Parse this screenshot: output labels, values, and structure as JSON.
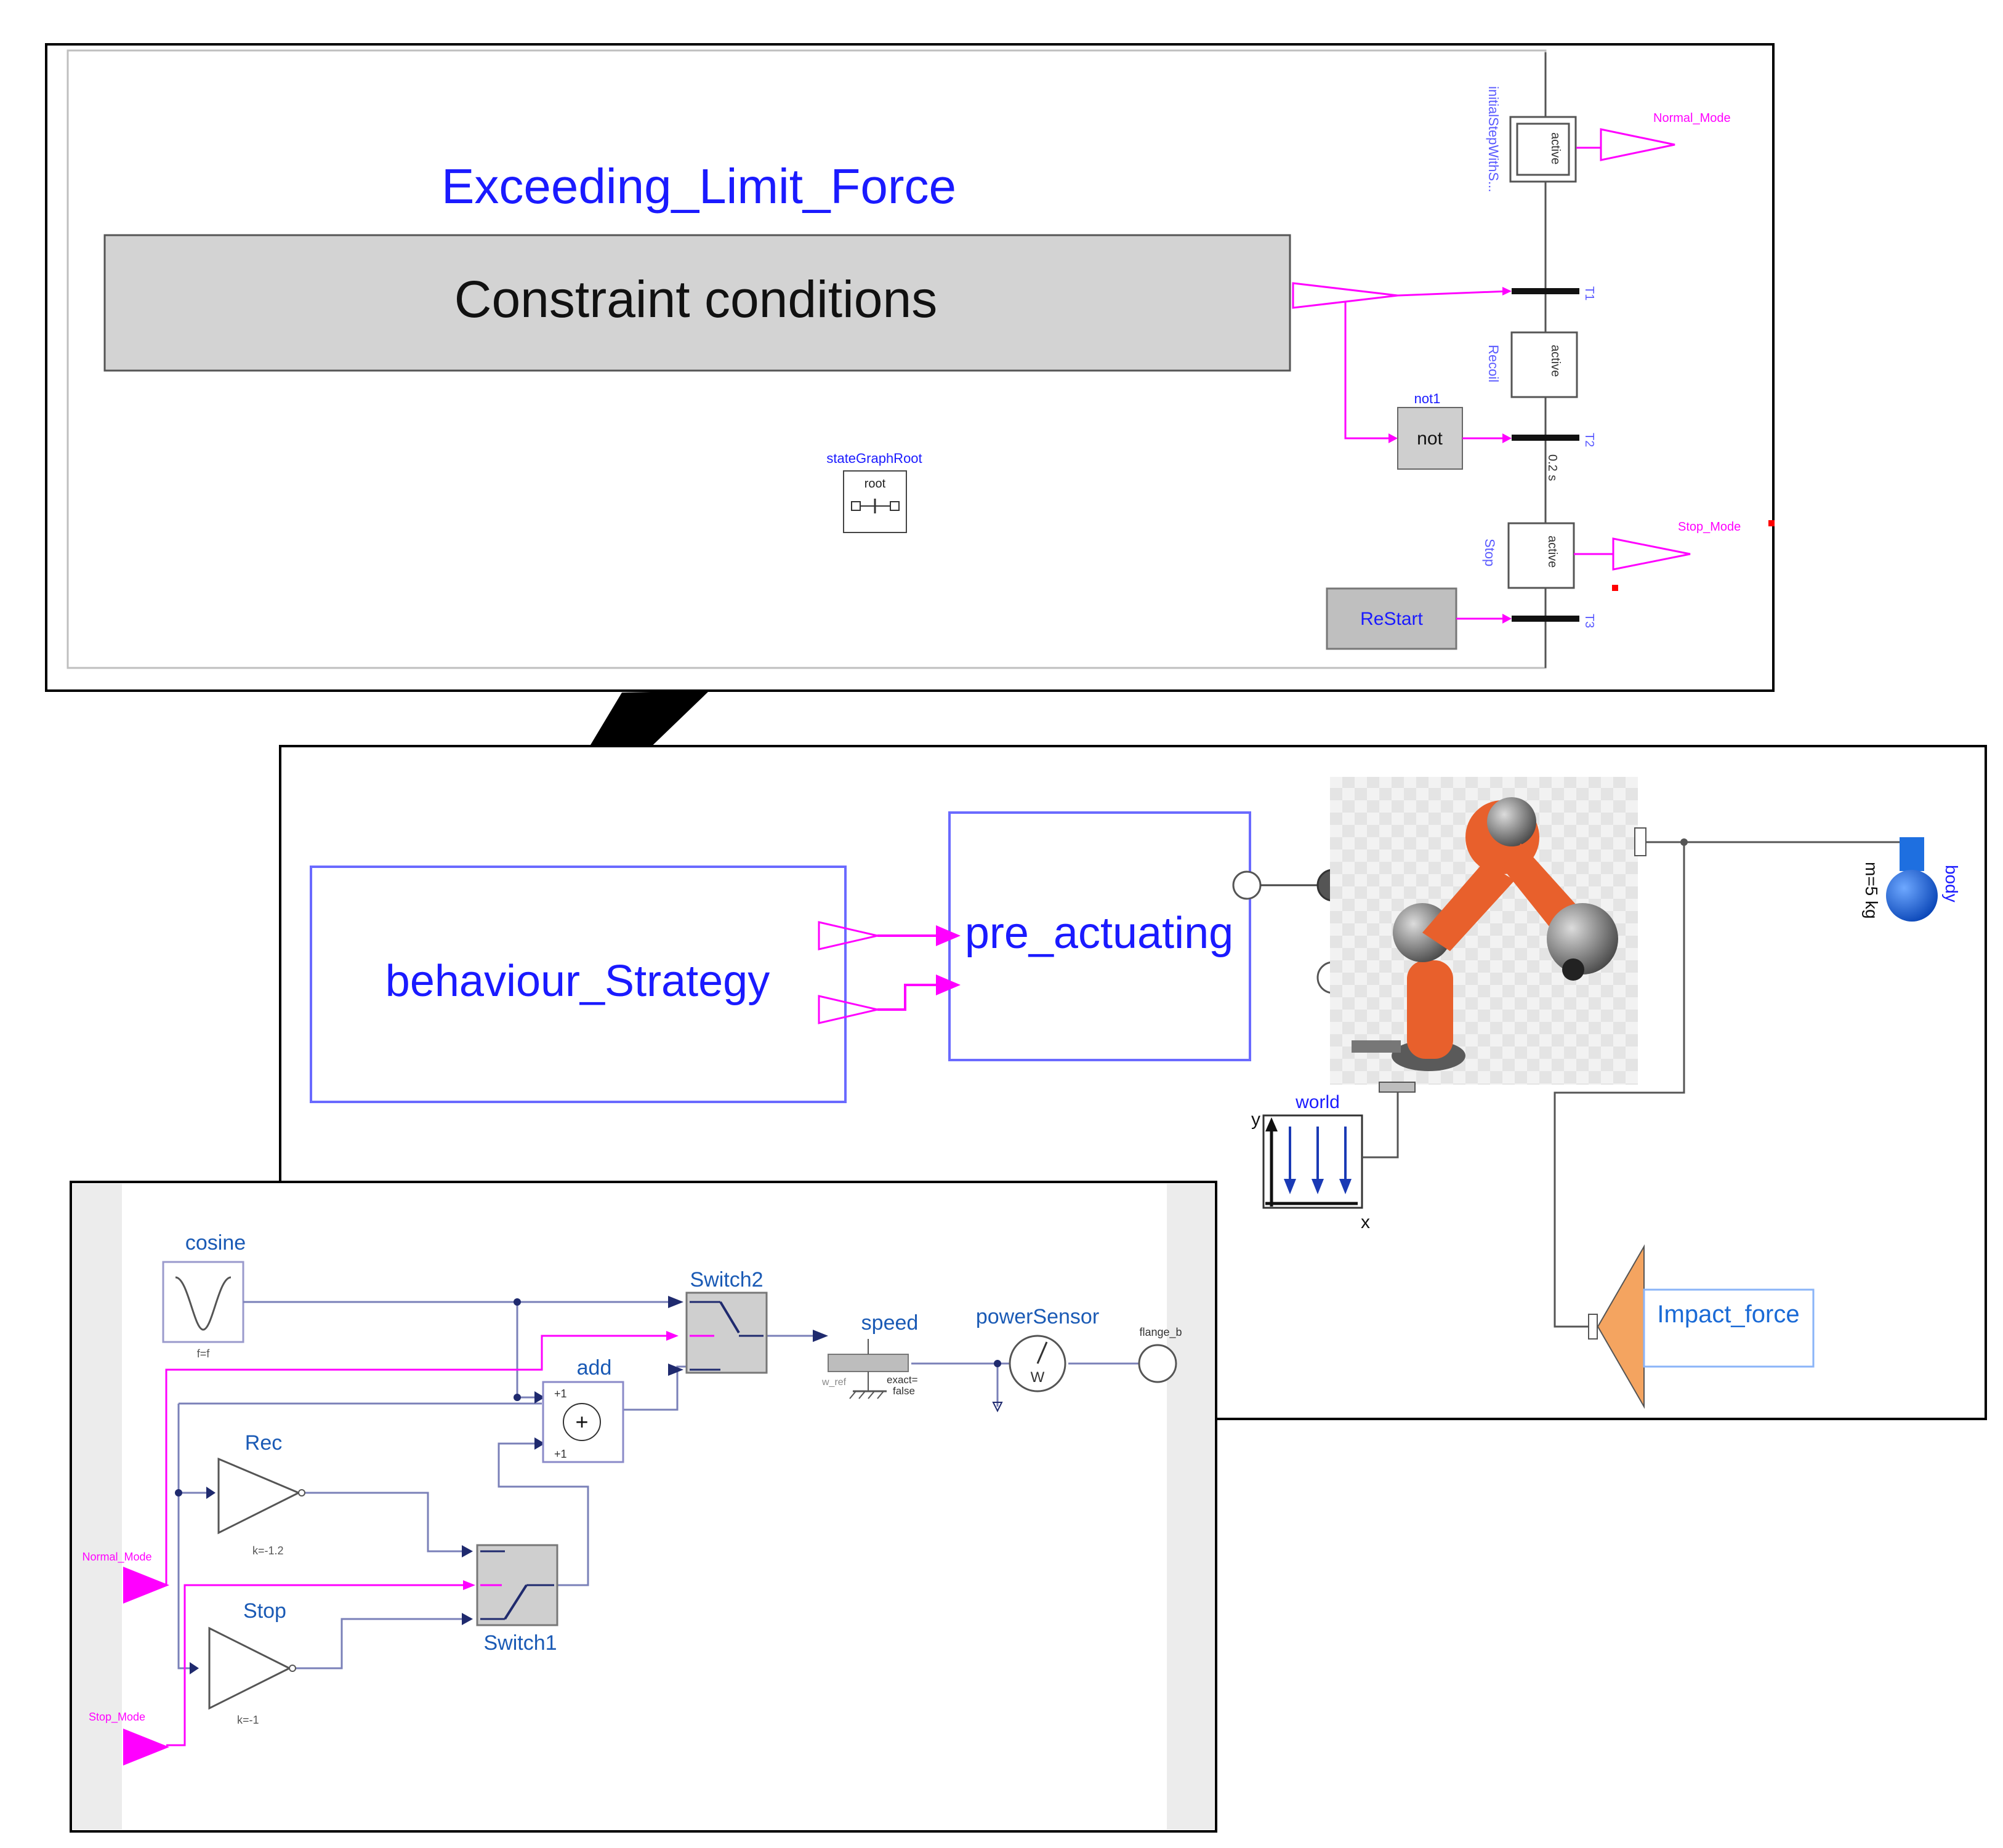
{
  "top_panel": {
    "model_title": "Exceeding_Limit_Force",
    "constraint_block": "Constraint conditions",
    "state_graph_root_name": "stateGraphRoot",
    "state_graph_root_label": "root",
    "initial_step_name": "initialStepWithS...",
    "step_active_label": "active",
    "recoil_step_name": "Recoil",
    "stop_step_name": "Stop",
    "transition_t1": "T1",
    "transition_t2": "T2",
    "transition_t3": "T3",
    "transition_t2_delay": "0.2 s",
    "not_block_name": "not1",
    "not_block_label": "not",
    "restart_block_label": "ReStart",
    "normal_mode_output": "Normal_Mode",
    "stop_mode_output": "Stop_Mode"
  },
  "middle_panel": {
    "behaviour_block": "behaviour_Strategy",
    "pre_actuating_block": "pre_actuating",
    "world_label": "world",
    "world_axis_y": "y",
    "world_axis_x": "x",
    "body_name": "body",
    "body_mass": "m=5 kg",
    "impact_force_label": "Impact_force"
  },
  "bottom_panel": {
    "cosine_label": "cosine",
    "cosine_sublabel": "f=f",
    "switch2_label": "Switch2",
    "switch1_label": "Switch1",
    "add_label": "add",
    "add_input1": "+1",
    "add_input2": "+1",
    "add_symbol": "+",
    "rec_label": "Rec",
    "rec_gain": "k=-1.2",
    "stop_label": "Stop",
    "stop_gain": "k=-1",
    "speed_label": "speed",
    "speed_ref": "w_ref",
    "speed_exact": "exact=",
    "speed_exact_value": "false",
    "power_sensor_label": "powerSensor",
    "power_symbol": "W",
    "flange_label": "flange_b",
    "normal_mode_input": "Normal_Mode",
    "stop_mode_input": "Stop_Mode"
  },
  "colors": {
    "blue_label": "#1a1aff",
    "magenta": "#ff00ff",
    "dark_navy": "#1f2a6e",
    "gray_block": "#d3d3d3",
    "robot_orange": "#e8602c",
    "impact_orange": "#f4a460",
    "body_blue": "#1e6fe0"
  },
  "icons": [
    "robot-arm-photo",
    "world-frame-icon",
    "body-mass-icon",
    "power-sensor-gauge-icon",
    "cosine-wave-icon",
    "switch-icon",
    "gain-triangle-icon"
  ]
}
